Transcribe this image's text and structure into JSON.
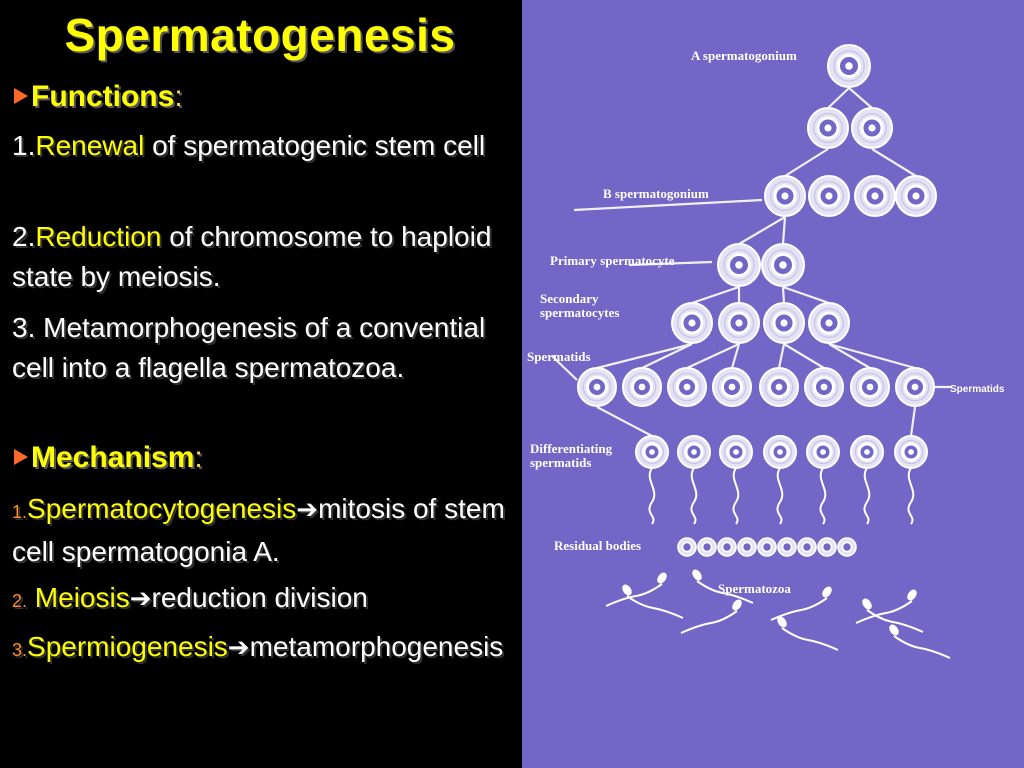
{
  "slide": {
    "title": "Spermatogenesis",
    "functions_heading": "Functions",
    "colon": ":",
    "f1_num": "1.",
    "f1_kw": "Renewal",
    "f1_rest": " of spermatogenic stem cell",
    "f2_num": "2.",
    "f2_kw": "Reduction",
    "f2_rest": " of chromosome  to haploid state by meiosis.",
    "f3_text": "3. Metamorphogenesis of a convential cell into a flagella spermatozoa.",
    "mechanism_heading": "Mechanism",
    "m1_num": "1.",
    "m1_kw": "Spermatocytogenesis",
    "m1_rest": "mitosis of stem cell spermatogonia A.",
    "m2_num": "2.",
    "m2_kw": "Meiosis",
    "m2_rest": "reduction division",
    "m3_num": "3.",
    "m3_kw": "Spermiogenesis",
    "m3_rest": "metamorphogenesis",
    "arrow_glyph": "➔"
  },
  "diagram": {
    "labels": {
      "a_spermatogonium": "A spermatogonium",
      "b_spermatogonium": "B spermatogonium",
      "primary_spermatocyte": "Primary spermatocyte",
      "secondary_line1": "Secondary",
      "secondary_line2": "spermatocytes",
      "spermatids": "Spermatids",
      "spermatids_right": "Spermatids",
      "differentiating_line1": "Differentiating",
      "differentiating_line2": "spermatids",
      "residual_bodies": "Residual bodies",
      "spermatozoa": "Spermatozoa"
    },
    "background_color": "#7266c6",
    "cell_color": "#ffffff"
  }
}
